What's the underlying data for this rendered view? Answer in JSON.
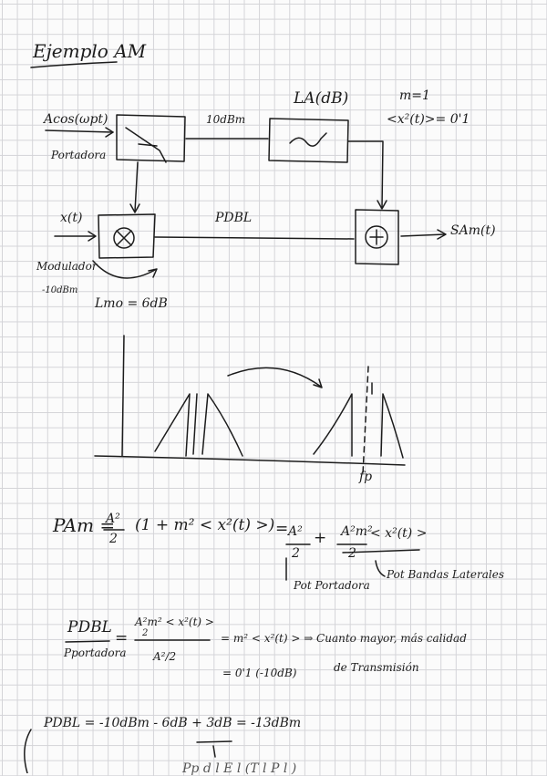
{
  "title": "Ejemplo AM",
  "diagram": {
    "carrier_input": "Acos(ωpt)",
    "carrier_label": "Portadora",
    "carrier_power": "10dBm",
    "filter_label": "LA(dB)",
    "params_m": "m=1",
    "params_power": "<x²(t)>= 0'1",
    "signal_input": "x(t)",
    "modulator_label": "Modulador",
    "modulator_power": "-10dBm",
    "modulator_loss": "Lmo = 6dB",
    "pdbl_label": "PDBL",
    "output_label": "SAm(t)"
  },
  "spectrum": {
    "fp_label": "fp"
  },
  "equations": {
    "pam_lhs": "PAm =",
    "pam_frac_num": "A²",
    "pam_frac_den": "2",
    "pam_paren": "(1 + m² < x²(t) >)",
    "pam_eq": "=",
    "pam_t1_num": "A²",
    "pam_t1_den": "2",
    "pam_plus": "+",
    "pam_t2_num": "A²m²",
    "pam_t2_den": "2",
    "pam_t2_rest": "< x²(t) >",
    "note_carrier": "Pot Portadora",
    "note_sidebands": "Pot Bandas Laterales",
    "ratio_num": "PDBL",
    "ratio_den": "Pportadora",
    "ratio_eq": "=",
    "ratio_mid_num": "A²m² < x²(t) >",
    "ratio_mid_num_den": "2",
    "ratio_mid_den": "A²/2",
    "ratio_result": "= m² < x²(t) > ⇒ Cuanto mayor, más calidad",
    "ratio_value": "= 0'1 (-10dB)",
    "transmission_note": "de Transmisión",
    "pdbl_line": "PDBL = -10dBm - 6dB + 3dB = -13dBm",
    "bottom_partial": "Pp d      l   E  l    (T     l  P  l  )"
  }
}
